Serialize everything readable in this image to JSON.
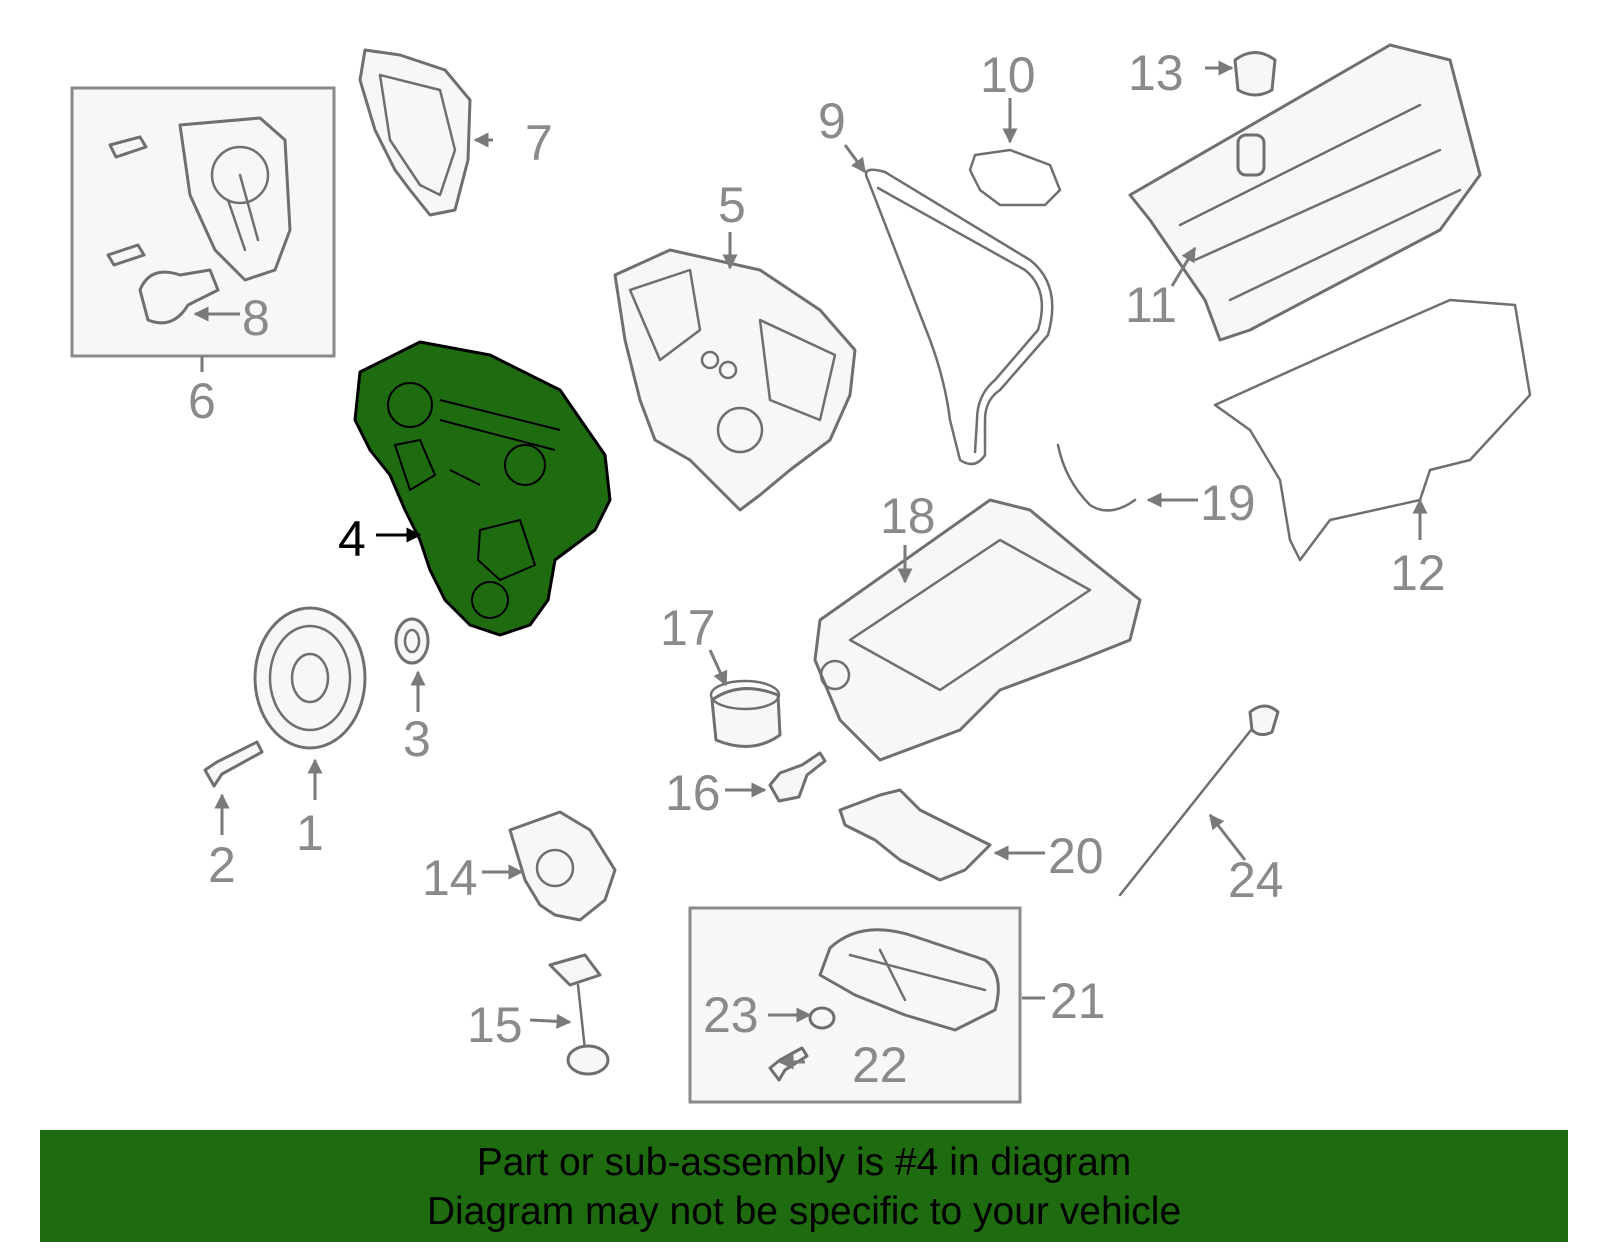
{
  "diagram": {
    "highlight_color": "#1e6b10",
    "highlighted_part": "4",
    "callouts": [
      "1",
      "2",
      "3",
      "4",
      "5",
      "6",
      "7",
      "8",
      "9",
      "10",
      "11",
      "12",
      "13",
      "14",
      "15",
      "16",
      "17",
      "18",
      "19",
      "20",
      "21",
      "22",
      "23",
      "24"
    ]
  },
  "banner": {
    "line1": "Part or sub-assembly is #4 in diagram",
    "line2": "Diagram may not be specific to your vehicle",
    "background": "#1e6b10"
  }
}
